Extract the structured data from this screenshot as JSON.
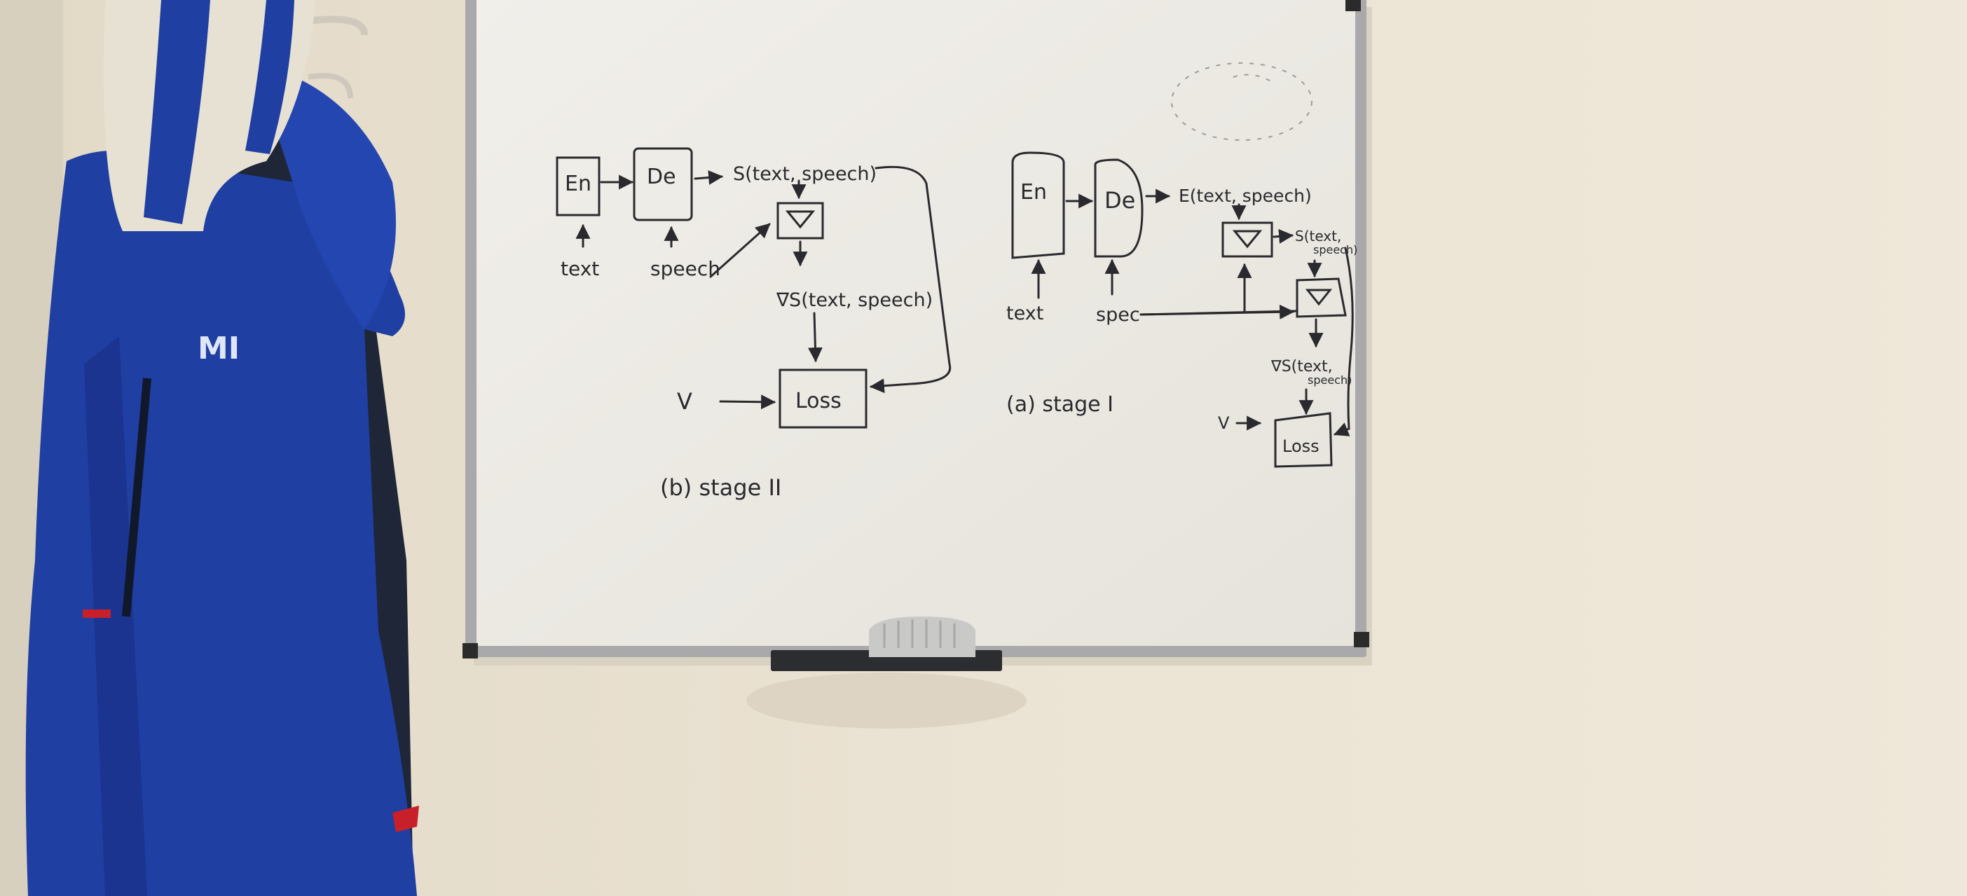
{
  "colors": {
    "wall": "#e9e1d1",
    "board": "#eeece7",
    "frame": "#a9a9ab",
    "ink": "#2a2a2e",
    "jacket_blue": "#1f3fa2",
    "jacket_dark": "#1e2638",
    "towel": "#e6e1d3"
  },
  "jacket": {
    "logo": "MI"
  },
  "whiteboard": {
    "diagram_b": {
      "encoder": "En",
      "decoder": "De",
      "decoder_output": "S(text, speech)",
      "input_text": "text",
      "input_speech": "speech",
      "gradient_output": "∇S(text, speech)",
      "target": "V",
      "loss": "Loss",
      "caption": "(b)  stage II"
    },
    "diagram_a": {
      "encoder": "En",
      "decoder": "De",
      "decoder_output": "E(text, speech)",
      "input_text": "text",
      "input_spec": "spec",
      "side_output_line1": "S(text,",
      "side_output_line2": "speech)",
      "gradient_line1": "∇S(text,",
      "gradient_line2": "speech)",
      "target": "V",
      "loss": "Loss",
      "caption": "(a) stage I"
    }
  }
}
